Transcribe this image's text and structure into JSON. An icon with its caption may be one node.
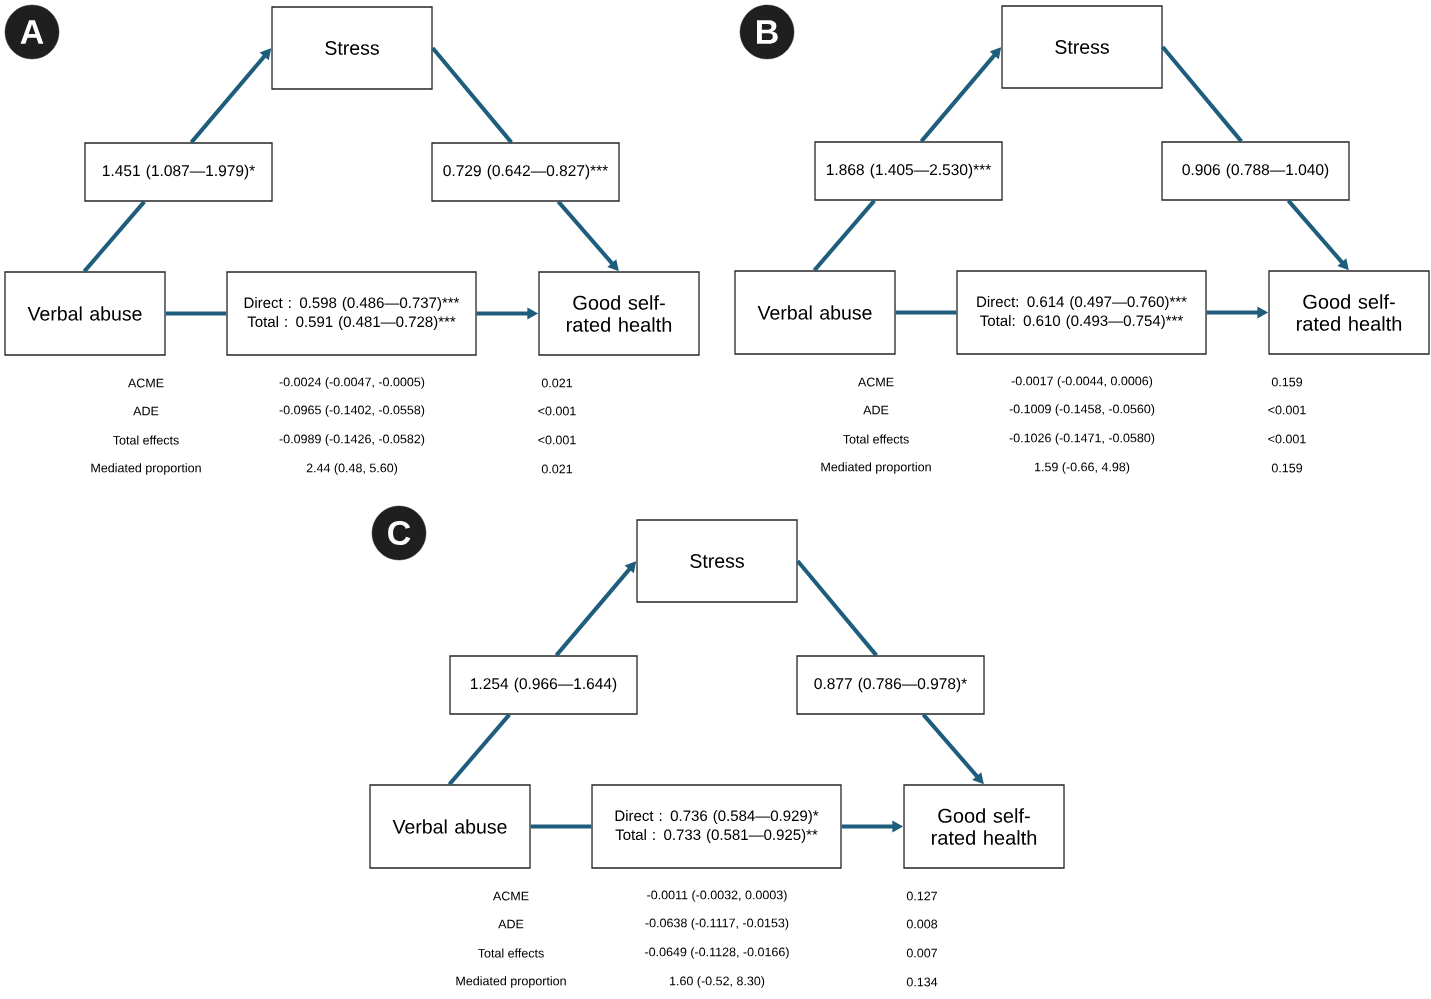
{
  "diagram": {
    "nodes": [
      {
        "text": [
          "A"
        ]
      },
      {
        "text": [
          "Stress"
        ]
      },
      {
        "text": [
          "1.451 (1.087—1.979)*"
        ]
      },
      {
        "text": [
          "0.729 (0.642—0.827)***"
        ]
      },
      {
        "text": [
          "Verbal abuse"
        ]
      },
      {
        "text": [
          "Direct : 0.598 (0.486—0.737)***",
          "Total : 0.591 (0.481—0.728)***"
        ]
      },
      {
        "text": [
          "Good self-rated health"
        ]
      },
      {
        "text": [
          "B"
        ]
      },
      {
        "text": [
          "Stress"
        ]
      },
      {
        "text": [
          "1.868 (1.405—2.530)***"
        ]
      },
      {
        "text": [
          "0.906 (0.788—1.040)"
        ]
      },
      {
        "text": [
          "Verbal abuse"
        ]
      },
      {
        "text": [
          "Direct: 0.614 (0.497—0.760)***",
          "Total: 0.610 (0.493—0.754)***"
        ]
      },
      {
        "text": [
          "Good self-rated health"
        ]
      },
      {
        "text": [
          "C"
        ]
      },
      {
        "text": [
          "Stress"
        ]
      },
      {
        "text": [
          "1.254 (0.966—1.644)"
        ]
      },
      {
        "text": [
          "0.877 (0.786—0.978)*"
        ]
      },
      {
        "text": [
          "Verbal abuse"
        ]
      },
      {
        "text": [
          "Direct : 0.736 (0.584—0.929)*",
          "Total : 0.733 (0.581—0.925)**"
        ]
      },
      {
        "text": [
          "Good self-rated health"
        ]
      }
    ],
    "edges": [
      {
        "from": 4,
        "to": 2,
        "arrow": "none"
      },
      {
        "from": 2,
        "to": 1,
        "arrow": "to"
      },
      {
        "from": 1,
        "to": 3,
        "arrow": "none"
      },
      {
        "from": 3,
        "to": 6,
        "arrow": "to"
      },
      {
        "from": 4,
        "to": 5,
        "arrow": "none"
      },
      {
        "from": 5,
        "to": 6,
        "arrow": "to"
      },
      {
        "from": 11,
        "to": 9,
        "arrow": "none"
      },
      {
        "from": 9,
        "to": 8,
        "arrow": "to"
      },
      {
        "from": 8,
        "to": 10,
        "arrow": "none"
      },
      {
        "from": 10,
        "to": 13,
        "arrow": "to"
      },
      {
        "from": 11,
        "to": 12,
        "arrow": "none"
      },
      {
        "from": 12,
        "to": 13,
        "arrow": "to"
      },
      {
        "from": 18,
        "to": 16,
        "arrow": "none"
      },
      {
        "from": 16,
        "to": 15,
        "arrow": "to"
      },
      {
        "from": 15,
        "to": 17,
        "arrow": "none"
      },
      {
        "from": 17,
        "to": 20,
        "arrow": "to"
      },
      {
        "from": 18,
        "to": 19,
        "arrow": "none"
      },
      {
        "from": 19,
        "to": 20,
        "arrow": "to"
      }
    ],
    "labels": [
      "ACME",
      "-0.0024 (-0.0047, -0.0005)",
      "0.021",
      "ADE",
      "-0.0965 (-0.1402, -0.0558)",
      "<0.001",
      "Total effects",
      "-0.0989 (-0.1426, -0.0582)",
      "<0.001",
      "Mediated proportion",
      "2.44 (0.48, 5.60)",
      "0.021",
      "ACME",
      "-0.0017 (-0.0044, 0.0006)",
      "0.159",
      "ADE",
      "-0.1009 (-0.1458, -0.0560)",
      "<0.001",
      "Total effects",
      "-0.1026 (-0.1471, -0.0580)",
      "<0.001",
      "Mediated proportion",
      "1.59 (-0.66, 4.98)",
      "0.159",
      "ACME",
      "-0.0011 (-0.0032, 0.0003)",
      "0.127",
      "ADE",
      "-0.0638 (-0.1117, -0.0153)",
      "0.008",
      "Total effects",
      "-0.0649 (-0.1128, -0.0166)",
      "0.007",
      "Mediated proportion",
      "1.60 (-0.52, 8.30)",
      "0.134"
    ]
  }
}
